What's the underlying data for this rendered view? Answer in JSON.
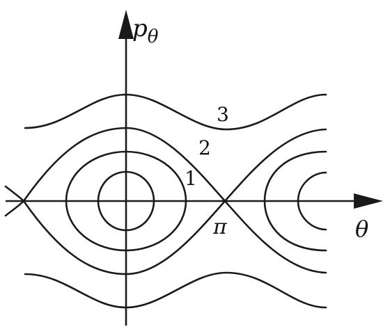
{
  "axes": {
    "x_label": "θ",
    "y_label_main": "p",
    "y_label_sub": "θ",
    "x_tick_label": "π"
  },
  "curve_labels": {
    "c1": "1",
    "c2": "2",
    "c3": "3"
  },
  "colors": {
    "ink": "#1a1a1a",
    "background": "#ffffff"
  }
}
